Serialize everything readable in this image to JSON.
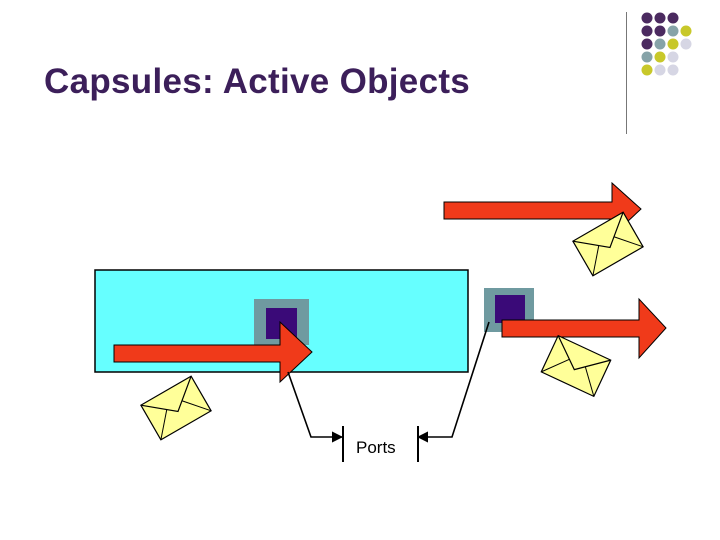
{
  "slide": {
    "title": "Capsules: Active Objects"
  },
  "diagram": {
    "ports_label": "Ports"
  },
  "colors": {
    "title": "#3c1f5a",
    "capsule_fill": "#66ffff",
    "port_outer": "#6f9aa0",
    "port_inner": "#3a0a78",
    "arrow_fill": "#f03a1a",
    "envelope_fill": "#ffff99",
    "dot_purple": "#4b2a60",
    "dot_teal": "#86a3a8",
    "dot_olive": "#c8c82a",
    "dot_grey": "#d6d6e4"
  },
  "decoration": {
    "dot_grid": [
      [
        "purple",
        "purple",
        "purple"
      ],
      [
        "purple",
        "purple",
        "teal",
        "olive"
      ],
      [
        "purple",
        "teal",
        "olive",
        "grey"
      ],
      [
        "teal",
        "olive",
        "grey"
      ],
      [
        "olive",
        "grey",
        "grey"
      ]
    ]
  }
}
